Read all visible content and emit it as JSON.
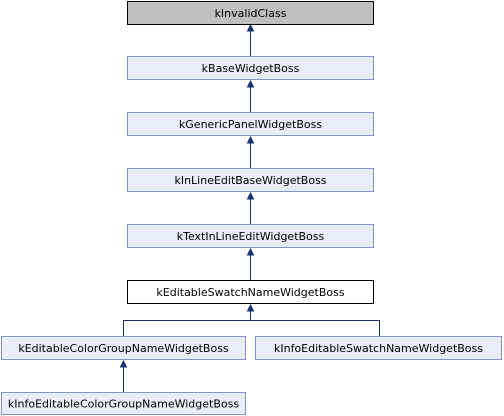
{
  "diagram": {
    "colors": {
      "gray_fill": "#bfbfbf",
      "blue_fill": "#e8edf7",
      "blue_border": "#8195c9",
      "white_fill": "#ffffff",
      "edge": "#1a2f6e"
    },
    "nodes": {
      "kInvalidClass": "kInvalidClass",
      "kBaseWidgetBoss": "kBaseWidgetBoss",
      "kGenericPanelWidgetBoss": "kGenericPanelWidgetBoss",
      "kInLineEditBaseWidgetBoss": "kInLineEditBaseWidgetBoss",
      "kTextInLineEditWidgetBoss": "kTextInLineEditWidgetBoss",
      "kEditableSwatchNameWidgetBoss": "kEditableSwatchNameWidgetBoss",
      "kEditableColorGroupNameWidgetBoss": "kEditableColorGroupNameWidgetBoss",
      "kInfoEditableSwatchNameWidgetBoss": "kInfoEditableSwatchNameWidgetBoss",
      "kInfoEditableColorGroupNameWidgetBoss": "kInfoEditableColorGroupNameWidgetBoss"
    }
  }
}
